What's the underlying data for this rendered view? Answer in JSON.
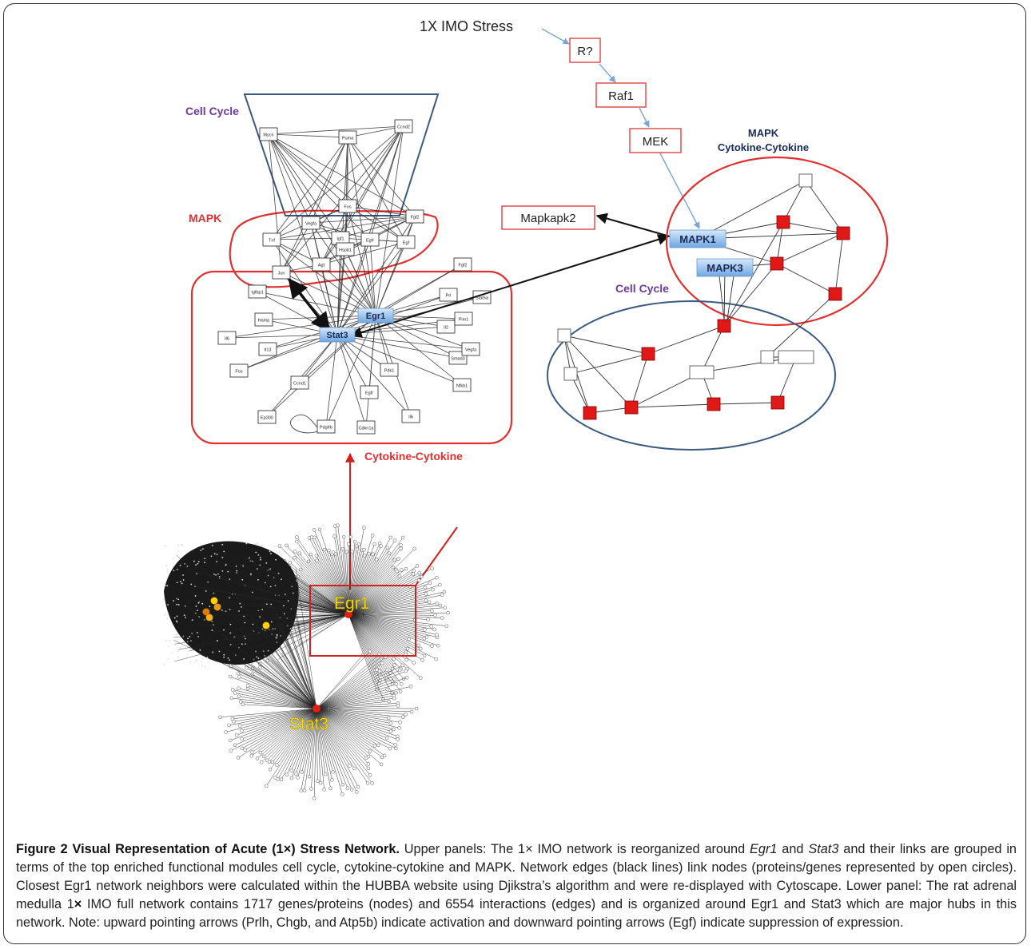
{
  "diagram": {
    "stress_label": "1X IMO Stress",
    "pathway_nodes": [
      "R?",
      "Raf1",
      "MEK"
    ],
    "mapkapk2_label": "Mapkapk2",
    "modules": {
      "cell_cycle_left": "Cell Cycle",
      "mapk_left": "MAPK",
      "cytokine_left": "Cytokine-Cytokine",
      "mapk_right_line1": "MAPK",
      "mapk_right_line2": "Cytokine-Cytokine",
      "cell_cycle_right": "Cell Cycle"
    },
    "left_nodes": {
      "cell_cycle": [
        "Mycn",
        "Puma",
        "Ccnd2",
        "Fos"
      ],
      "mapk": [
        "Vegfa",
        "Tnf",
        "Igf1",
        "Egfr",
        "Egf",
        "Fgf2",
        "Jun",
        "Agt",
        "Hspb1"
      ],
      "cytokine": [
        "Igfbp1",
        "Hamp",
        "Il6",
        "Il13",
        "Fos",
        "Ep300",
        "Ccnd1",
        "Egfr",
        "Pdk1",
        "Il6",
        "Pdgfrb",
        "Cdkn1a",
        "Il2",
        "Pim1",
        "Smad3",
        "Nfkb1",
        "Vegfa",
        "Stat5a",
        "Prl",
        "Fgf2"
      ],
      "hub_egr1": "Egr1",
      "hub_stat3": "Stat3"
    },
    "right_nodes": {
      "hub_mapk1": "MAPK1",
      "hub_mapk3": "MAPK3"
    },
    "bottom_network": {
      "egr1_label": "Egr1",
      "stat3_label": "Stat3"
    },
    "colors": {
      "module_red": "#e03030",
      "cell_cycle_blue": "#3a5a80",
      "cell_cycle_label": "#6a3aa0",
      "hub_blue": "#8bbbe8",
      "red_node": "#e01818",
      "arrow_blue": "#7aa6d6",
      "yellow_label": "#ffe000"
    }
  },
  "caption": {
    "title": "Figure 2 Visual Representation of Acute (1×) Stress Network.",
    "text_1": " Upper panels: The 1× IMO network is reorganized around ",
    "egr1": "Egr1",
    "text_2": " and ",
    "stat3": "Stat3",
    "text_3": " and their links are grouped in terms of the top enriched functional modules cell cycle, cytokine-cytokine and MAPK. Network edges (black lines) link nodes (proteins/genes represented by open circles). Closest Egr1 network neighbors were calculated within the HUBBA website using Djikstra’s algorithm and were re-displayed with Cytoscape. Lower panel: The rat adrenal medulla 1",
    "cross": "×",
    "text_4": " IMO full network contains 1717 genes/proteins (nodes) and 6554 interactions (edges) and is organized around Egr1 and Stat3 which are major hubs in this network. Note: upward pointing arrows (Prlh, Chgb, and Atp5b) indicate activation and downward pointing arrows (Egf) indicate suppression of expression."
  }
}
